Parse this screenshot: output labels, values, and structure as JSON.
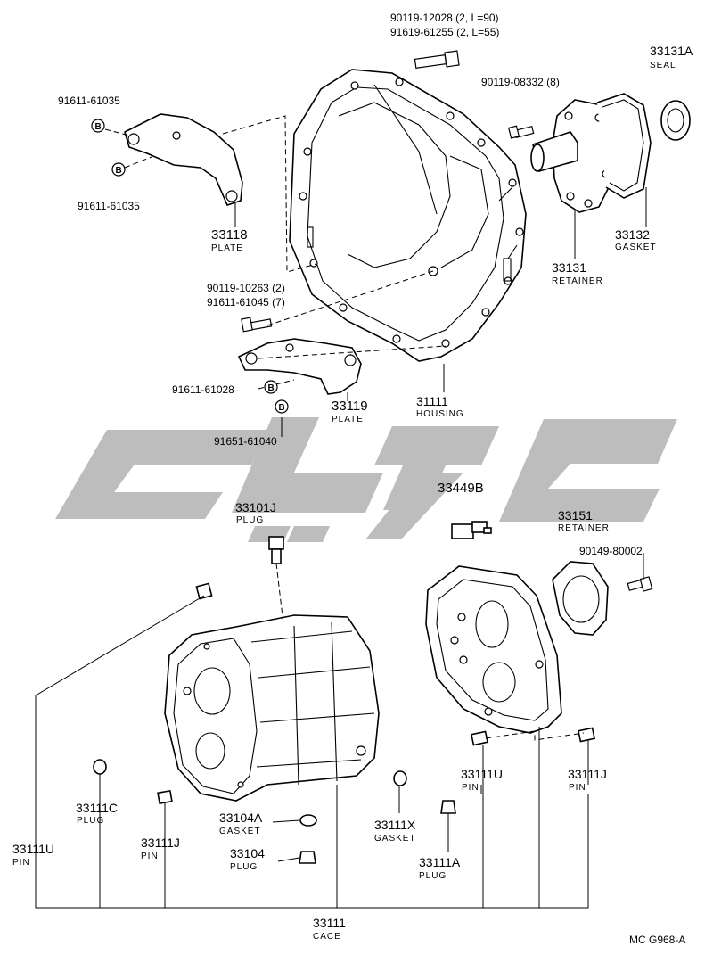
{
  "watermark_note": "",
  "labels": {
    "bolt_top_1": "90119-12028 (2, L=90)",
    "bolt_top_2": "91619-61255 (2, L=55)",
    "bolt_ret": "90119-08332 (8)",
    "seal_pn": "33131A",
    "seal_nm": "SEAL",
    "plate_bolt_a": "91611-61035",
    "plate_bolt_b": "91611-61035",
    "plate1_pn": "33118",
    "plate1_nm": "PLATE",
    "gasket_pn": "33132",
    "gasket_nm": "GASKET",
    "retainer_pn": "33131",
    "retainer_nm": "RETAINER",
    "hb_1": "90119-10263 (2)",
    "hb_2": "91611-61045 (7)",
    "pb2_a": "91611-61028",
    "plate2_pn": "33119",
    "plate2_nm": "PLATE",
    "housing_pn": "31111",
    "housing_nm": "HOUSING",
    "pb2_b": "91651-61040",
    "sw_pn": "33449B",
    "plug_pn": "33101J",
    "plug_nm": "PLUG",
    "ret2_pn": "33151",
    "ret2_nm": "RETAINER",
    "ret2_bolt": "90149-80002",
    "pin_u_r_pn": "33111U",
    "pin_u_r_nm": "PIN",
    "pin_j_r_pn": "33111J",
    "pin_j_r_nm": "PIN",
    "plug_c_pn": "33111C",
    "plug_c_nm": "PLUG",
    "gasket_a_pn": "33104A",
    "gasket_a_nm": "GASKET",
    "gasket_x_pn": "33111X",
    "gasket_x_nm": "GASKET",
    "pin_u_l_pn": "33111U",
    "pin_u_l_nm": "PIN",
    "pin_j_l_pn": "33111J",
    "pin_j_l_nm": "PIN",
    "plug4_pn": "33104",
    "plug4_nm": "PLUG",
    "plug_a_pn": "33111A",
    "plug_a_nm": "PLUG",
    "case_pn": "33111",
    "case_nm": "CACE",
    "footer": "MC  G968-A",
    "b_marker": "B"
  }
}
